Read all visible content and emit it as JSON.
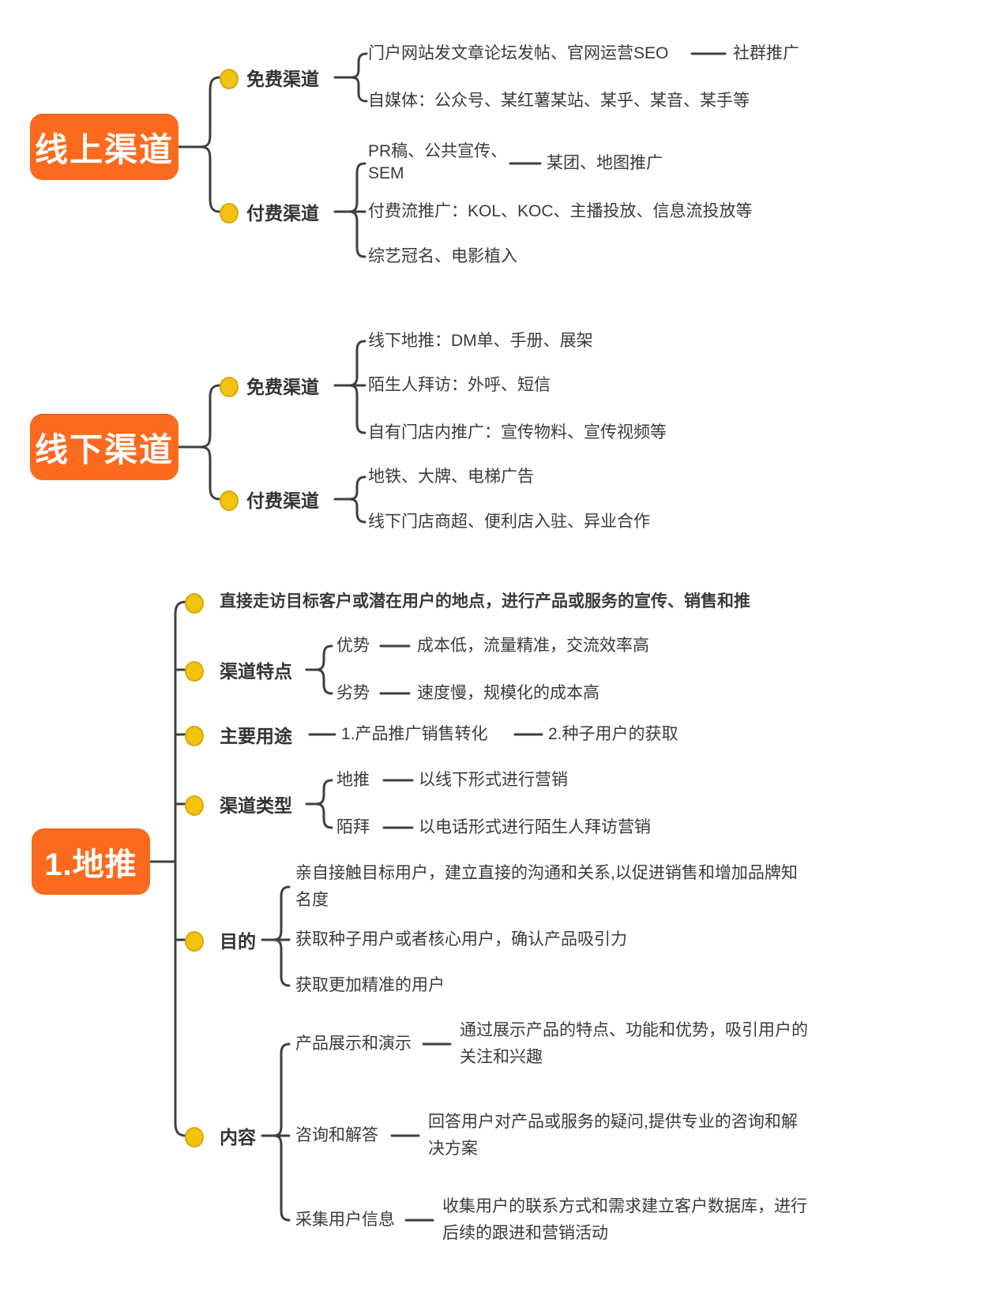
{
  "colors": {
    "accent_orange": "#FB6A1E",
    "dot_yellow": "#F2C30F",
    "dot_border": "#D9A70C",
    "line_gray": "#3F3F3F",
    "text_dark": "#3A3A3A"
  },
  "online": {
    "title": "线上渠道",
    "free": {
      "label": "免费渠道",
      "c1": "门户网站发文章论坛发帖、官网运营SEO",
      "c1_sub": "社群推广",
      "c2": "自媒体：公众号、某红薯某站、某乎、某音、某手等"
    },
    "paid": {
      "label": "付费渠道",
      "c1": "PR稿、公共宣传、\nSEM",
      "c1_sub": "某团、地图推广",
      "c2": "付费流推广：KOL、KOC、主播投放、信息流投放等",
      "c3": "综艺冠名、电影植入"
    }
  },
  "offline": {
    "title": "线下渠道",
    "free": {
      "label": "免费渠道",
      "c1": "线下地推：DM单、手册、展架",
      "c2": "陌生人拜访：外呼、短信",
      "c3": "自有门店内推广：宣传物料、宣传视频等"
    },
    "paid": {
      "label": "付费渠道",
      "c1": "地铁、大牌、电梯广告",
      "c2": "线下门店商超、便利店入驻、异业合作"
    }
  },
  "ditui": {
    "title": "1.地推",
    "intro": "直接走访目标客户或潜在用户的地点，进行产品或服务的宣传、销售和推",
    "features": {
      "label": "渠道特点",
      "adv_label": "优势",
      "adv_text": "成本低，流量精准，交流效率高",
      "dis_label": "劣势",
      "dis_text": "速度慢，规模化的成本高"
    },
    "uses": {
      "label": "主要用途",
      "u1": "1.产品推广销售转化",
      "u2": "2.种子用户的获取"
    },
    "types": {
      "label": "渠道类型",
      "t1_label": "地推",
      "t1_text": "以线下形式进行营销",
      "t2_label": "陌拜",
      "t2_text": "以电话形式进行陌生人拜访营销"
    },
    "goals": {
      "label": "目的",
      "g1": "亲自接触目标用户，建立直接的沟通和关系,以促进销售和增加品牌知\n名度",
      "g2": "获取种子用户或者核心用户，确认产品吸引力",
      "g3": "获取更加精准的用户"
    },
    "content": {
      "label": "内容",
      "c1_label": "产品展示和演示",
      "c1_text": "通过展示产品的特点、功能和优势，吸引用户的\n关注和兴趣",
      "c2_label": "咨询和解答",
      "c2_text": "回答用户对产品或服务的疑问,提供专业的咨询和解\n决方案",
      "c3_label": "采集用户信息",
      "c3_text": "收集用户的联系方式和需求建立客户数据库，进行\n后续的跟进和营销活动"
    }
  }
}
